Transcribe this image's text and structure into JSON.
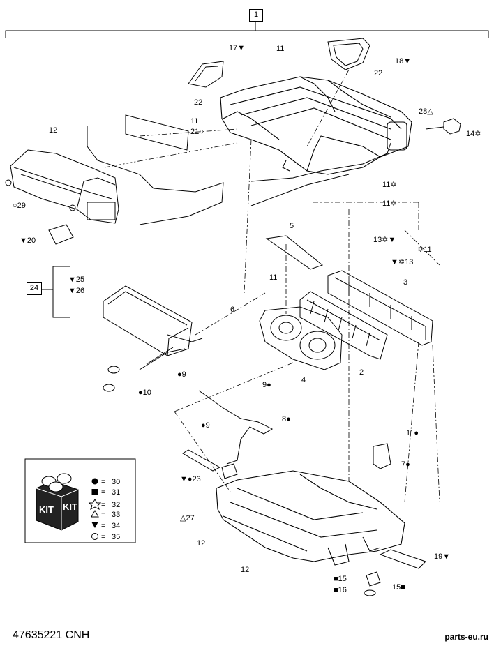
{
  "diagram": {
    "top_assembly_ref": "1",
    "sub_assembly_ref": "24",
    "part_number_footer": "47635221 CNH",
    "watermark": "parts-eu.ru",
    "kit_box_label": "KIT",
    "legend": [
      {
        "symbol": "filled-circle",
        "number": "30"
      },
      {
        "symbol": "filled-square",
        "number": "31"
      },
      {
        "symbol": "star-outline",
        "number": "32"
      },
      {
        "symbol": "triangle-outline",
        "number": "33"
      },
      {
        "symbol": "triangle-down-filled",
        "number": "34"
      },
      {
        "symbol": "circle-outline",
        "number": "35"
      }
    ],
    "callouts": [
      {
        "id": "c17",
        "text": "17▼"
      },
      {
        "id": "c11a",
        "text": "11"
      },
      {
        "id": "c18",
        "text": "18▼"
      },
      {
        "id": "c22a",
        "text": "22"
      },
      {
        "id": "c22b",
        "text": "22"
      },
      {
        "id": "c28",
        "text": "28△"
      },
      {
        "id": "c14",
        "text": "14✡"
      },
      {
        "id": "c12a",
        "text": "12"
      },
      {
        "id": "c11b",
        "text": "11"
      },
      {
        "id": "c21",
        "text": "21○"
      },
      {
        "id": "c11c",
        "text": "11✡"
      },
      {
        "id": "c11d",
        "text": "11✡"
      },
      {
        "id": "c29",
        "text": "○29"
      },
      {
        "id": "c13a",
        "text": "13✡▼"
      },
      {
        "id": "c20",
        "text": "▼20"
      },
      {
        "id": "c5",
        "text": "5"
      },
      {
        "id": "c11e",
        "text": "✡11"
      },
      {
        "id": "c13b",
        "text": "▼✡13"
      },
      {
        "id": "c25",
        "text": "▼25"
      },
      {
        "id": "c26",
        "text": "▼26"
      },
      {
        "id": "c11f",
        "text": "11"
      },
      {
        "id": "c3",
        "text": "3"
      },
      {
        "id": "c6",
        "text": "6"
      },
      {
        "id": "c2",
        "text": "2"
      },
      {
        "id": "c4",
        "text": "4"
      },
      {
        "id": "c9a",
        "text": "●9"
      },
      {
        "id": "c10",
        "text": "●10"
      },
      {
        "id": "c9b",
        "text": "9●"
      },
      {
        "id": "c8",
        "text": "8●"
      },
      {
        "id": "c9c",
        "text": "●9"
      },
      {
        "id": "c11g",
        "text": "11●"
      },
      {
        "id": "c7",
        "text": "7●"
      },
      {
        "id": "c23",
        "text": "▼●23"
      },
      {
        "id": "c27",
        "text": "△27"
      },
      {
        "id": "c12b",
        "text": "12"
      },
      {
        "id": "c12c",
        "text": "12"
      },
      {
        "id": "c19",
        "text": "19▼"
      },
      {
        "id": "c15a",
        "text": "■15"
      },
      {
        "id": "c16",
        "text": "■16"
      },
      {
        "id": "c15b",
        "text": "15■"
      }
    ]
  }
}
